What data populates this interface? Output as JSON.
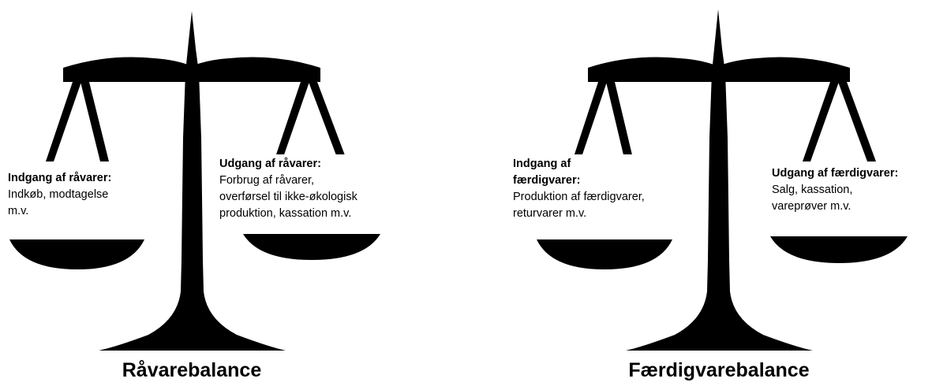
{
  "diagram": {
    "colors": {
      "scale": "#000000",
      "background": "#ffffff",
      "text": "#000000"
    },
    "scales": [
      {
        "caption": "Råvarebalance",
        "left": {
          "heading": "Indgang af råvarer:",
          "body": "Indkøb,  modtagelse\nm.v."
        },
        "right": {
          "heading": "Udgang af råvarer:",
          "body": "Forbrug  af råvarer,\noverførsel til ikke-økologisk\nproduktion,  kassation m.v."
        }
      },
      {
        "caption": "Færdigvarebalance",
        "left": {
          "heading": "Indgang af\nfærdigvarer:",
          "body": "Produktion  af færdigvarer,\nreturvarer  m.v."
        },
        "right": {
          "heading": "Udgang af færdigvarer:",
          "body": "Salg,  kassation,\nvareprøver m.v."
        }
      }
    ]
  }
}
